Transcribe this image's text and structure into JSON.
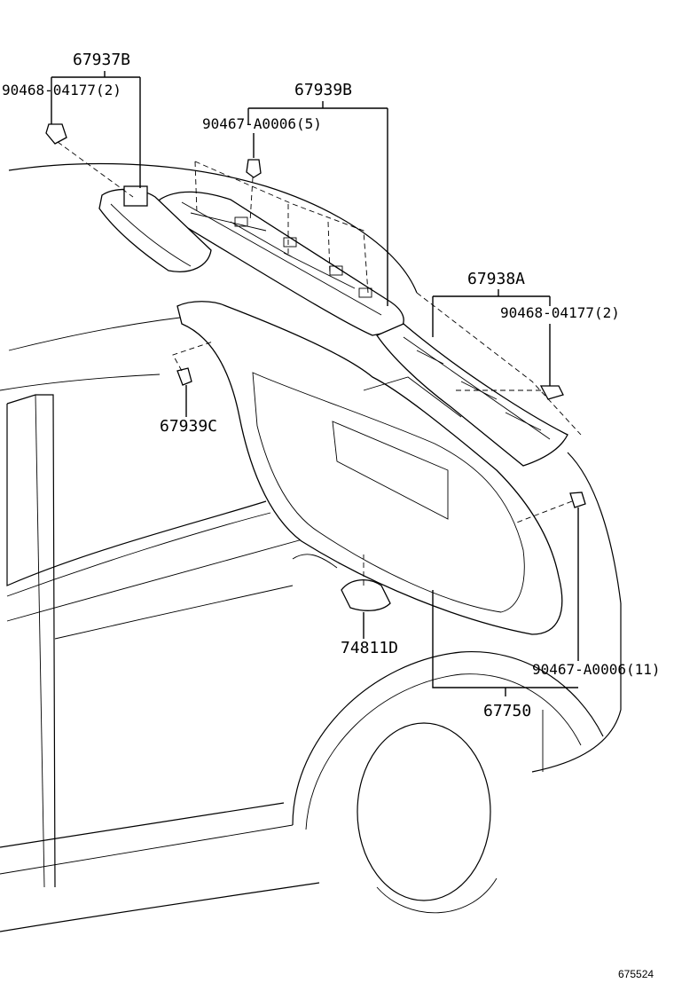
{
  "labels": {
    "p67937B": "67937B",
    "p90468_left": "90468-04177(2)",
    "p67939B": "67939B",
    "p90467_top": "90467-A0006(5)",
    "p67938A": "67938A",
    "p90468_right": "90468-04177(2)",
    "p67939C": "67939C",
    "p74811D": "74811D",
    "p90467_bottom": "90467-A0006(11)",
    "p67750": "67750"
  },
  "figure_id": "675524"
}
